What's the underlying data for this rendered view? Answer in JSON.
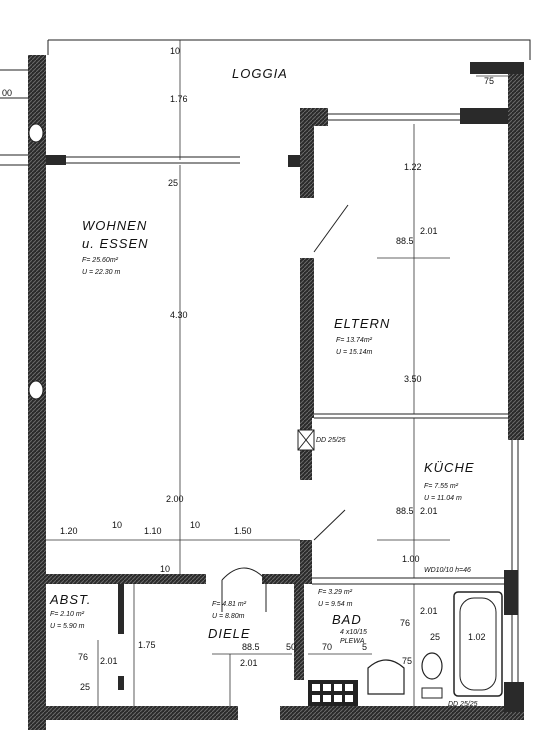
{
  "rooms": {
    "loggia": "LOGGIA",
    "wohnen_line1": "WOHNEN",
    "wohnen_line2": "u. ESSEN",
    "wohnen_area": "F= 25.60m²",
    "wohnen_perimeter": "U = 22.30 m",
    "eltern": "ELTERN",
    "eltern_area": "F= 13.74m²",
    "eltern_perimeter": "U = 15.14m",
    "kueche": "KÜCHE",
    "kueche_area": "F= 7.55 m²",
    "kueche_perimeter": "U = 11.04 m",
    "abst": "ABST.",
    "abst_area": "F= 2.10 m²",
    "abst_perimeter": "U = 5.90 m",
    "diele": "DIELE",
    "diele_area": "F= 4.81 m²",
    "diele_perimeter": "U = 8.80m",
    "bad": "BAD",
    "bad_area": "F= 3.29 m²",
    "bad_perimeter": "U = 9.54 m",
    "bad_note1": "4 x10/15",
    "bad_note2": "PLEWA"
  },
  "dimensions": {
    "d00": "00",
    "d10_top": "10",
    "d176": "1.76",
    "d75": "75",
    "d25_top": "25",
    "d122": "1.22",
    "d885_top": "88.5",
    "d201_top": "2.01",
    "d430": "4.30",
    "d350": "3.50",
    "d200": "2.00",
    "d120": "1.20",
    "d10_mid1": "10",
    "d110": "1.10",
    "d10_mid2": "10",
    "d150": "1.50",
    "d885_mid": "88.5",
    "d201_mid": "2.01",
    "d100": "1.00",
    "d10_low": "10",
    "d175": "1.75",
    "d76_left": "76",
    "d201_left": "2.01",
    "d25_left": "25",
    "d885_diele": "88.5",
    "d201_diele": "2.01",
    "d50": "50",
    "d70": "70",
    "d5": "5",
    "d76_bad": "76",
    "d201_bad": "2.01",
    "d25_bad": "25",
    "d102": "1.02",
    "d75_bad": "75",
    "dd_top": "DD 25/25",
    "dd_bot": "DD 25/25",
    "wd": "WD10/10 h=46"
  },
  "colors": {
    "wall": "#2a2a2a",
    "line": "#222222",
    "paper": "#ffffff"
  }
}
